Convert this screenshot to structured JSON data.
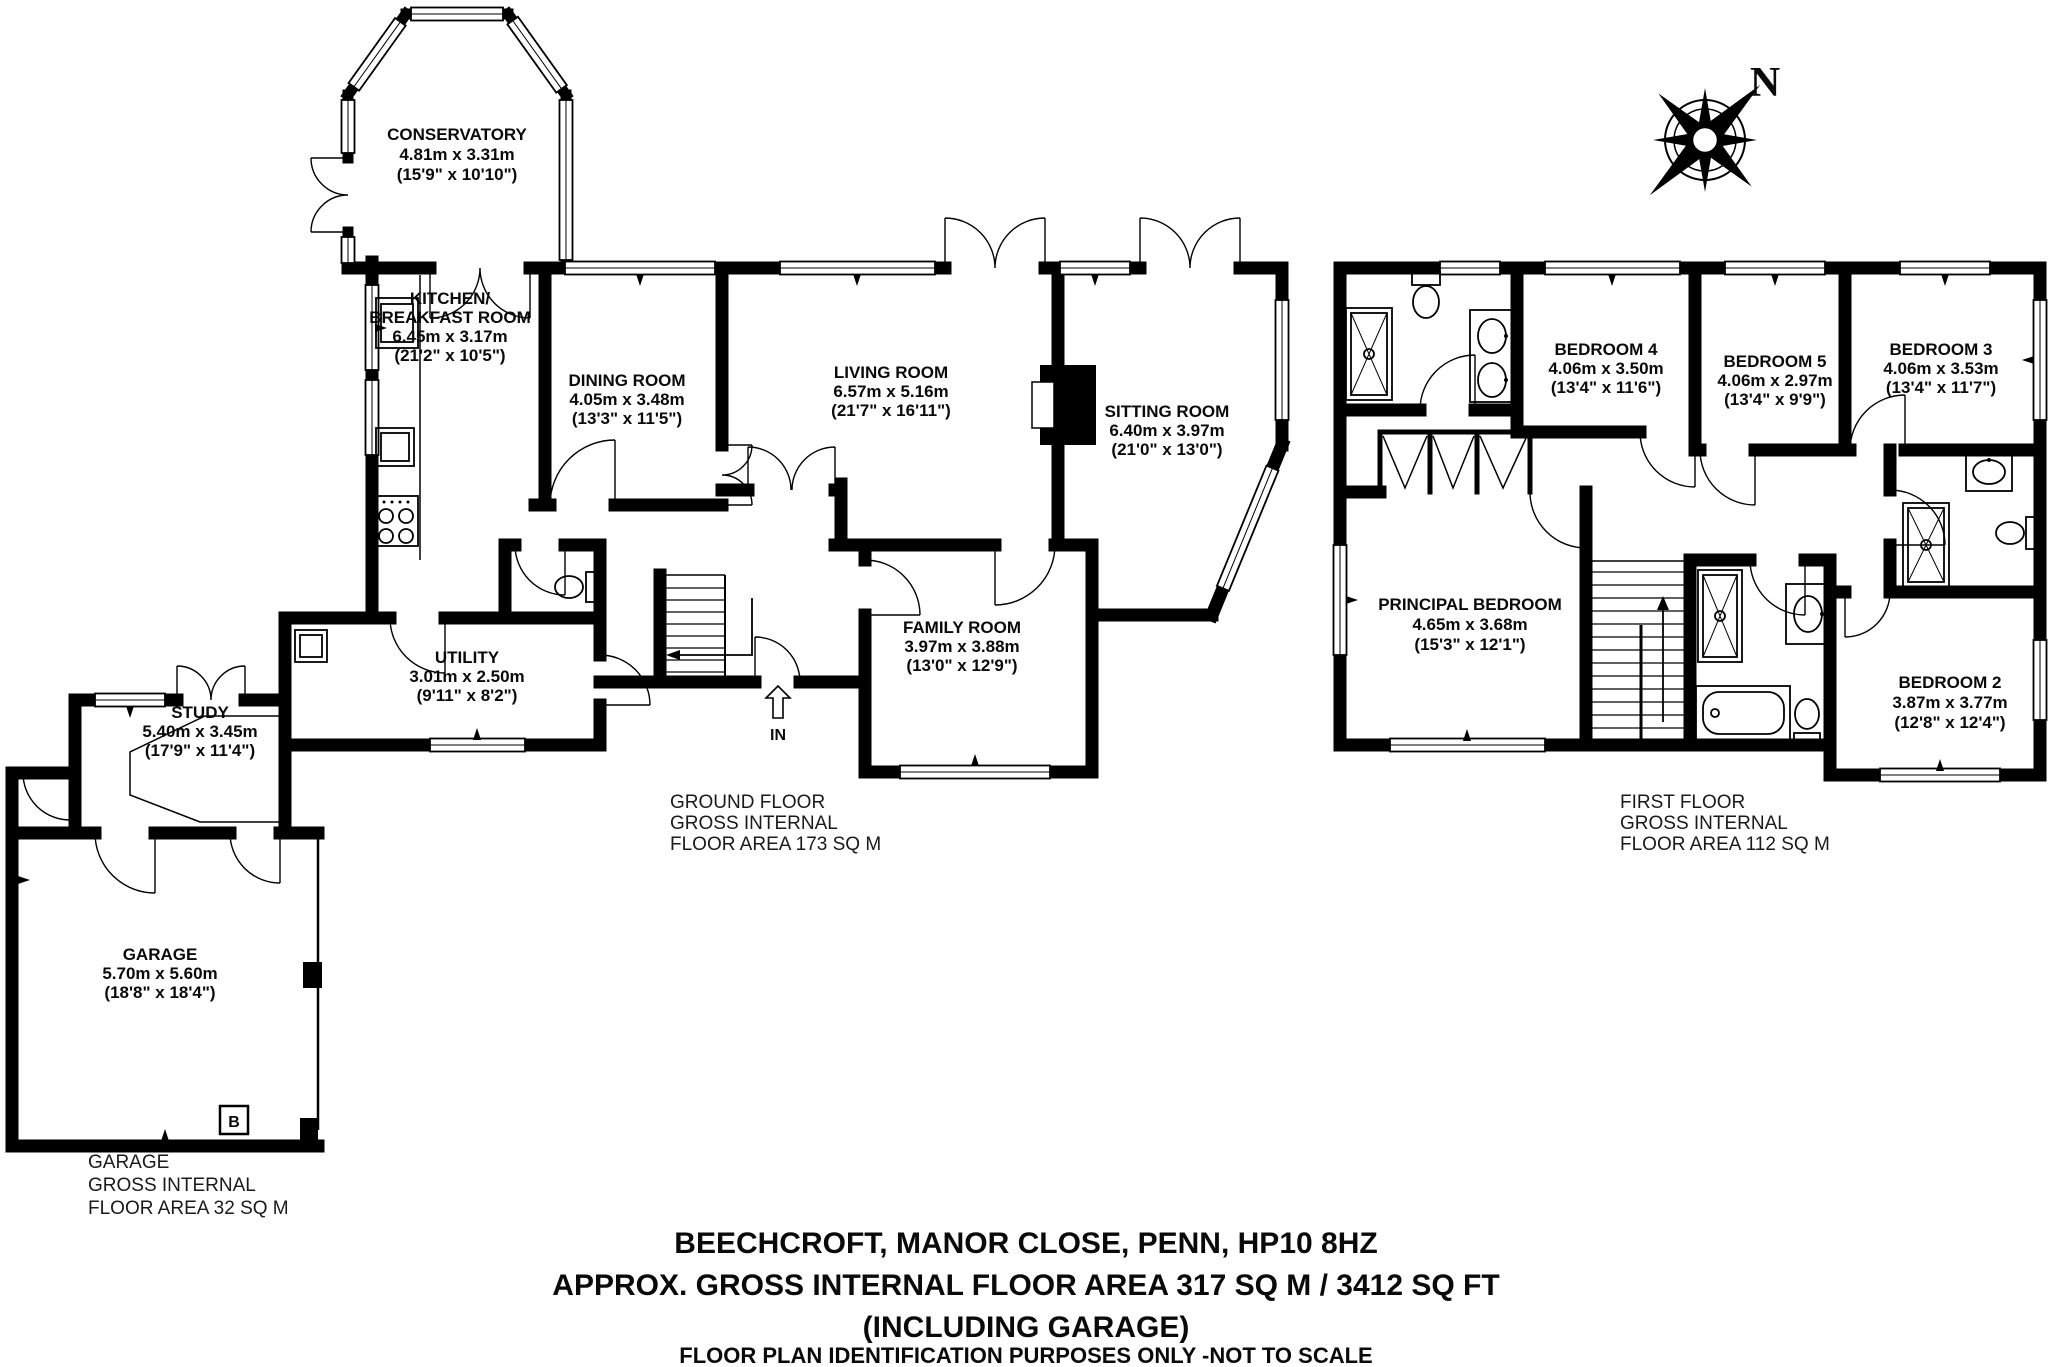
{
  "plan": {
    "compass_north": "N",
    "entrance_label": "IN",
    "boiler_label": "B"
  },
  "rooms": [
    {
      "name": "CONSERVATORY",
      "metric": "4.81m x 3.31m",
      "imperial": "(15'9\" x 10'10\")"
    },
    {
      "name": "KITCHEN/",
      "name2": "BREAKFAST ROOM",
      "metric": "6.45m x 3.17m",
      "imperial": "(21'2\" x 10'5\")"
    },
    {
      "name": "DINING ROOM",
      "metric": "4.05m x 3.48m",
      "imperial": "(13'3\" x 11'5\")"
    },
    {
      "name": "LIVING ROOM",
      "metric": "6.57m x 5.16m",
      "imperial": "(21'7\" x 16'11\")"
    },
    {
      "name": "SITTING ROOM",
      "metric": "6.40m x 3.97m",
      "imperial": "(21'0\" x 13'0\")"
    },
    {
      "name": "FAMILY ROOM",
      "metric": "3.97m x 3.88m",
      "imperial": "(13'0\" x 12'9\")"
    },
    {
      "name": "UTILITY",
      "metric": "3.01m x 2.50m",
      "imperial": "(9'11\" x 8'2\")"
    },
    {
      "name": "STUDY",
      "metric": "5.40m x 3.45m",
      "imperial": "(17'9\" x 11'4\")"
    },
    {
      "name": "GARAGE",
      "metric": "5.70m x 5.60m",
      "imperial": "(18'8\" x 18'4\")"
    },
    {
      "name": "BEDROOM 4",
      "metric": "4.06m x 3.50m",
      "imperial": "(13'4\" x 11'6\")"
    },
    {
      "name": "BEDROOM 5",
      "metric": "4.06m x 2.97m",
      "imperial": "(13'4\" x 9'9\")"
    },
    {
      "name": "BEDROOM 3",
      "metric": "4.06m x 3.53m",
      "imperial": "(13'4\" x 11'7\")"
    },
    {
      "name": "PRINCIPAL BEDROOM",
      "metric": "4.65m x 3.68m",
      "imperial": "(15'3\" x 12'1\")"
    },
    {
      "name": "BEDROOM 2",
      "metric": "3.87m x 3.77m",
      "imperial": "(12'8\" x 12'4\")"
    }
  ],
  "labels": {
    "ground": {
      "l1": "GROUND FLOOR",
      "l2": "GROSS INTERNAL",
      "l3": "FLOOR AREA 173 SQ M"
    },
    "first": {
      "l1": "FIRST FLOOR",
      "l2": "GROSS INTERNAL",
      "l3": "FLOOR AREA 112 SQ M"
    },
    "garage": {
      "l1": "GARAGE",
      "l2": "GROSS INTERNAL",
      "l3": "FLOOR AREA 32 SQ M"
    }
  },
  "title": {
    "line1": "BEECHCROFT, MANOR CLOSE, PENN, HP10 8HZ",
    "line2": "APPROX. GROSS INTERNAL FLOOR AREA 317 SQ M / 3412 SQ FT",
    "line3": "(INCLUDING GARAGE)",
    "footer": "FLOOR PLAN IDENTIFICATION PURPOSES ONLY -NOT TO SCALE"
  }
}
